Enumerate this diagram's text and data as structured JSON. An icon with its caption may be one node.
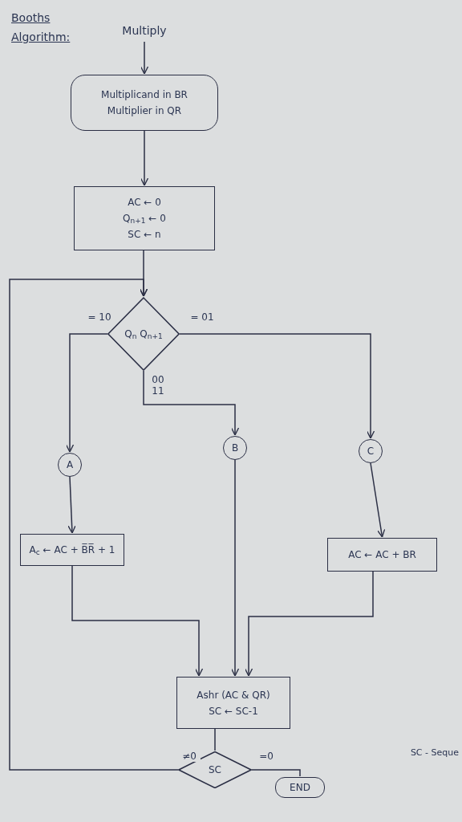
{
  "diagram": {
    "title": "Booths Algorithm:",
    "nodes": [
      {
        "text": [
          "Multiply"
        ]
      },
      {
        "text": [
          "Multiplicand in BR",
          "Multiplier in QR"
        ]
      },
      {
        "text": [
          "AC ← 0",
          "Q$_{n+1}$ ← 0",
          "SC ← n"
        ]
      },
      {
        "text": [
          "Q$_{n}$ Q$_{n+1}$"
        ]
      },
      {
        "text": [
          "A"
        ]
      },
      {
        "text": [
          "B"
        ]
      },
      {
        "text": [
          "C"
        ]
      },
      {
        "text": [
          "A$_{c}$ ← AC + B̅R̅ + 1"
        ]
      },
      {
        "text": [
          "AC ← AC + BR"
        ]
      },
      {
        "text": [
          "Ashr (AC & QR)",
          "SC ← SC-1"
        ]
      },
      {
        "text": [
          "SC"
        ]
      },
      {
        "text": [
          "END"
        ]
      }
    ],
    "edges": [
      {
        "from": 0,
        "to": 1,
        "arrow": "to"
      },
      {
        "from": 1,
        "to": 2,
        "arrow": "to"
      },
      {
        "from": 2,
        "to": 3,
        "arrow": "to"
      },
      {
        "from": 3,
        "to": 4,
        "arrow": "to",
        "label": "= 10"
      },
      {
        "from": 3,
        "to": 5,
        "arrow": "to",
        "label": "00 11"
      },
      {
        "from": 3,
        "to": 6,
        "arrow": "to",
        "label": "= 01"
      },
      {
        "from": 4,
        "to": 7,
        "arrow": "to"
      },
      {
        "from": 6,
        "to": 8,
        "arrow": "to"
      },
      {
        "from": 7,
        "to": 9,
        "arrow": "to"
      },
      {
        "from": 5,
        "to": 9,
        "arrow": "to"
      },
      {
        "from": 8,
        "to": 9,
        "arrow": "to"
      },
      {
        "from": 9,
        "to": 10,
        "arrow": "none"
      },
      {
        "from": 10,
        "to": 3,
        "arrow": "to",
        "label": "≠0"
      },
      {
        "from": 10,
        "to": 11,
        "arrow": "none",
        "label": "=0"
      }
    ],
    "labels": [
      "SC - Seque"
    ]
  }
}
